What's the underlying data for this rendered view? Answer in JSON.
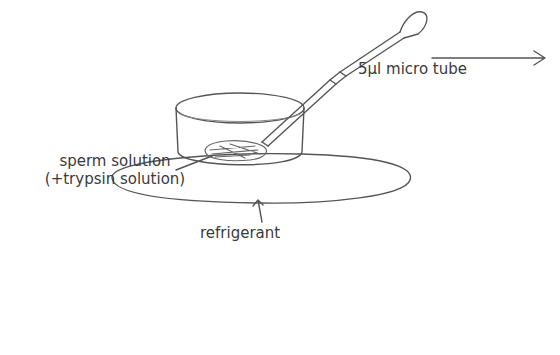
{
  "diagram": {
    "labels": [
      "5µl micro tube",
      "sperm solution (+trypsin solution)",
      "refrigerant"
    ]
  }
}
